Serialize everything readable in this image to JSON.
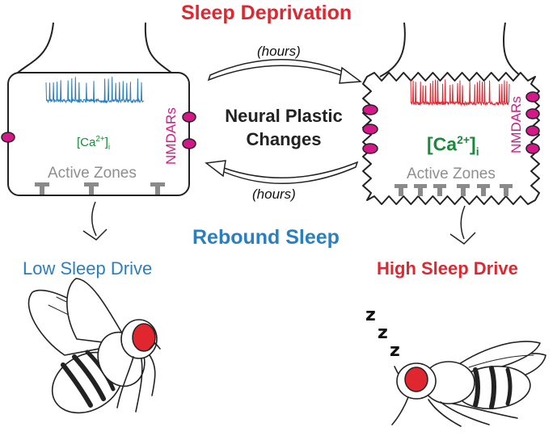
{
  "title_top": "Sleep Deprivation",
  "title_middle": "Rebound Sleep",
  "arrow_top_label": "(hours)",
  "arrow_bottom_label": "(hours)",
  "center_line1": "Neural Plastic",
  "center_line2": "Changes",
  "left_neuron": {
    "ca_label": "[Ca",
    "ca_sup": "2+",
    "ca_bracket": "]",
    "ca_sub": "i",
    "active_zones": "Active Zones",
    "nmdars": "NMDARs",
    "trace_color": "#2a7fc0"
  },
  "right_neuron": {
    "ca_label": "[Ca",
    "ca_sup": "2+",
    "ca_bracket": "]",
    "ca_sub": "i",
    "active_zones": "Active Zones",
    "nmdars": "NMDARs",
    "trace_color": "#e0262f"
  },
  "low_drive": "Low Sleep Drive",
  "high_drive": "High Sleep Drive",
  "zzz": [
    "z",
    "z",
    "z"
  ],
  "colors": {
    "red": "#e0262f",
    "blue": "#2a7fc0",
    "magenta": "#d4188a",
    "green": "#1a8a3a",
    "gray": "#8e8e8e"
  }
}
